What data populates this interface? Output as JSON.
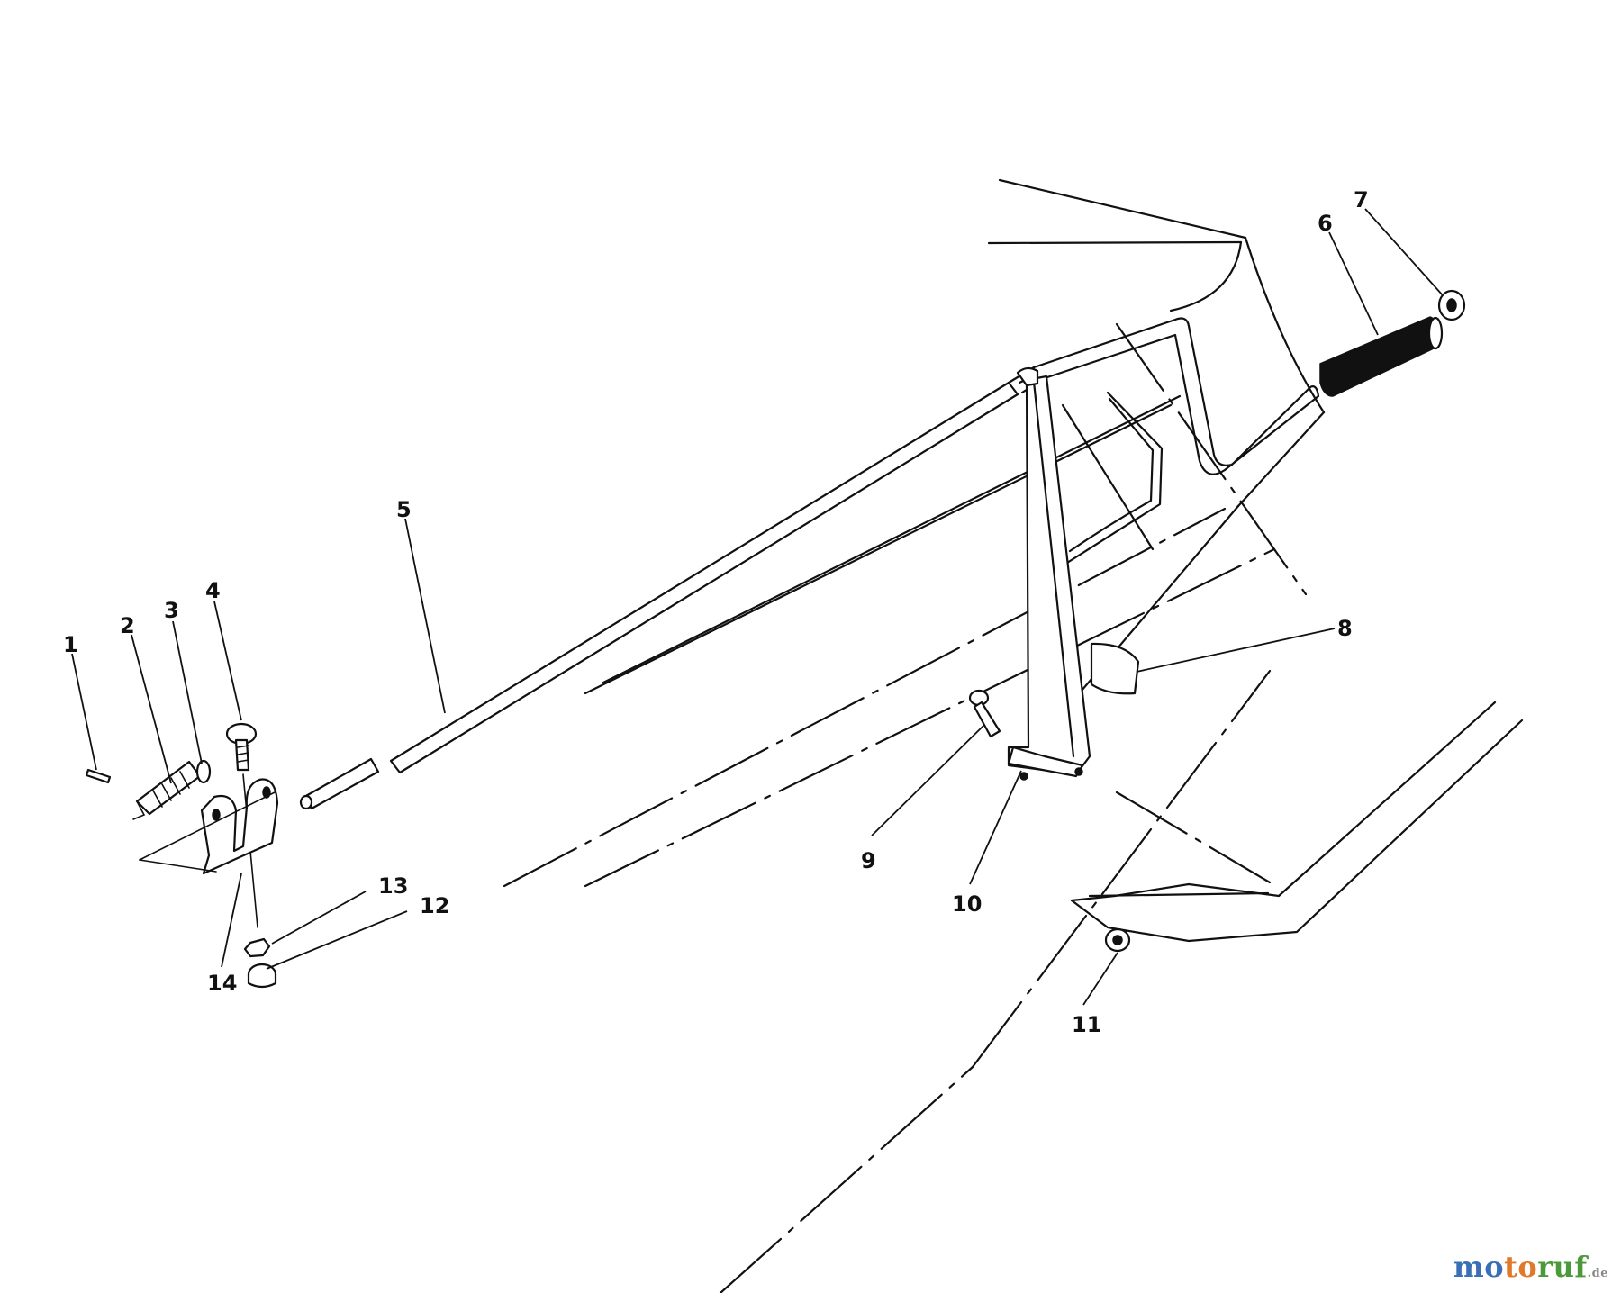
{
  "callouts": [
    {
      "id": "1",
      "label": "1"
    },
    {
      "id": "2",
      "label": "2"
    },
    {
      "id": "3",
      "label": "3"
    },
    {
      "id": "4",
      "label": "4"
    },
    {
      "id": "5",
      "label": "5"
    },
    {
      "id": "6",
      "label": "6"
    },
    {
      "id": "7",
      "label": "7"
    },
    {
      "id": "8",
      "label": "8"
    },
    {
      "id": "9",
      "label": "9"
    },
    {
      "id": "10",
      "label": "10"
    },
    {
      "id": "11",
      "label": "11"
    },
    {
      "id": "12",
      "label": "12"
    },
    {
      "id": "13",
      "label": "13"
    },
    {
      "id": "14",
      "label": "14"
    }
  ],
  "watermark": {
    "part1": "mo",
    "part2": "to",
    "part3": "ruf",
    "part4": ".de"
  }
}
